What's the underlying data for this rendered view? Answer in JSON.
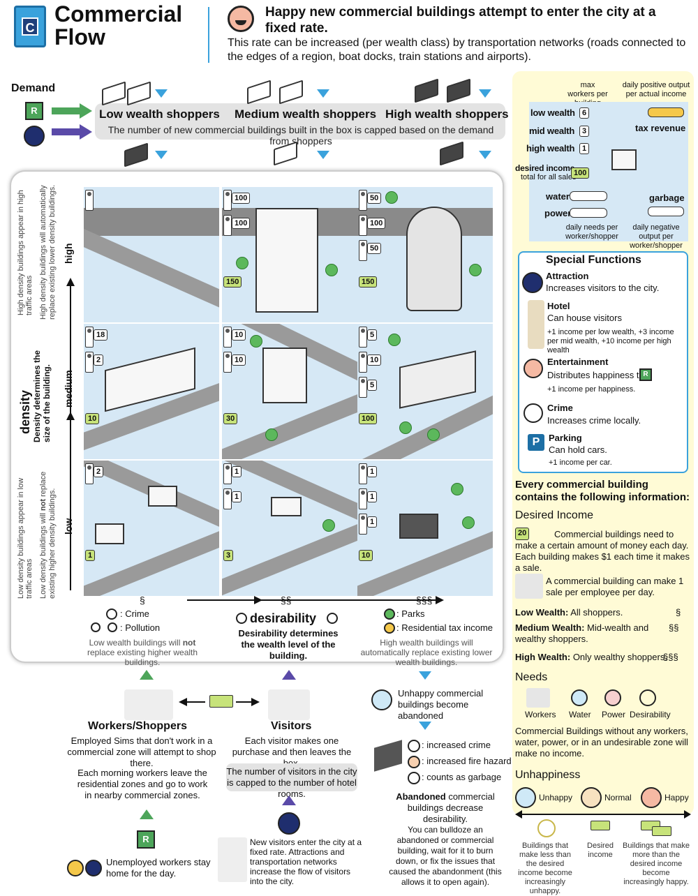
{
  "header": {
    "icon_letter": "C",
    "title": "Commercial Flow",
    "headline": "Happy new commercial buildings attempt to enter the city at a fixed rate.",
    "subtitle": "This rate can be increased (per wealth class) by transportation networks (roads connected to the edges of a region, boat docks, train stations and airports)."
  },
  "demand": {
    "label": "Demand",
    "r_letter": "R",
    "shoppers": [
      "Low wealth shoppers",
      "Medium wealth shoppers",
      "High wealth shoppers"
    ],
    "band_note": "The number of new commercial buildings built in the box is capped based on the demand from shoppers"
  },
  "grid": {
    "axis_density": "density",
    "density_note": "Density determines the size of the building.",
    "levels": [
      "high",
      "medium",
      "low"
    ],
    "high_note_a": "High density buildings appear in high traffic areas",
    "high_note_b": "High density buildings will automatically replace existing lower density buildings.",
    "low_note_a": "Low density buildings appear in low traffic areas",
    "low_note_b_1": "Low density buildings will ",
    "low_note_b_not": "not",
    "low_note_b_2": " replace existing higher density buildings.",
    "cells": [
      {
        "workers": [
          "100",
          "100"
        ],
        "money": "150"
      },
      {
        "workers": [
          "50",
          "100",
          "50"
        ],
        "money": "150"
      },
      {
        "workers": [
          "18",
          "2"
        ],
        "money": "10"
      },
      {
        "workers": [
          "10",
          "10"
        ],
        "money": "30"
      },
      {
        "workers": [
          "5",
          "10",
          "5"
        ],
        "money": "100"
      },
      {
        "workers": [
          "2"
        ],
        "money": "1"
      },
      {
        "workers": [
          "1",
          "1"
        ],
        "money": "3"
      },
      {
        "workers": [
          "1",
          "1",
          "1"
        ],
        "money": "10"
      }
    ],
    "wealth_symbols": [
      "§",
      "§§",
      "§§§"
    ],
    "crime_label": ": Crime",
    "pollution_label": ": Pollution",
    "desirability": "desirability",
    "desirability_note": "Desirability determines the wealth level of the building.",
    "parks_label": ": Parks",
    "tax_label": ": Residential tax income",
    "low_wealth_note_1": "Low wealth buildings will ",
    "low_wealth_note_not": "not",
    "low_wealth_note_2": " replace existing higher wealth buildings.",
    "high_wealth_note": "High wealth buildings will automatically replace existing lower wealth buildings."
  },
  "legend": {
    "max_workers": "max workers per building",
    "daily_positive": "daily positive output per actual income",
    "low_wealth": "low wealth",
    "mid_wealth": "mid wealth",
    "high_wealth": "high wealth",
    "low_val": "6",
    "mid_val": "3",
    "high_val": "1",
    "tax_revenue": "tax revenue",
    "desired_income": "desired income",
    "desired_sub": "total for all sales",
    "desired_val": "100",
    "water": "water",
    "power": "power",
    "garbage": "garbage",
    "daily_needs": "daily needs per worker/shopper",
    "daily_negative": "daily negative output per worker/shopper"
  },
  "special": {
    "title": "Special Functions",
    "items": [
      {
        "name": "Attraction",
        "desc": "Increases visitors to the city."
      },
      {
        "name": "Hotel",
        "desc": "Can house visitors",
        "extra": "+1 income per low wealth, +3 income per mid wealth, +10 income per high wealth"
      },
      {
        "name": "Entertainment",
        "desc": "Distributes happiness to",
        "extra": "+1 income per happiness."
      },
      {
        "name": "Crime",
        "desc": "Increases crime locally."
      },
      {
        "name": "Parking",
        "desc": "Can hold cars.",
        "extra": "+1 income per car."
      }
    ]
  },
  "info": {
    "title": "Every commercial building contains the following information:",
    "desired_title": "Desired Income",
    "desired_val": "20",
    "desired_text": "Commercial buildings need to make a certain amount of money each day. Each building makes $1 each time it makes a sale.",
    "sale_text": "A commercial building can make 1 sale per employee per day.",
    "low_w": "Low Wealth:",
    "low_w_desc": " All shoppers.",
    "low_sym": "§",
    "med_w": "Medium Wealth:",
    "med_w_desc": " Mid-wealth and wealthy shoppers.",
    "med_sym": "§§",
    "high_w": "High Wealth:",
    "high_w_desc": " Only wealthy shoppers.",
    "high_sym": "§§§",
    "needs_title": "Needs",
    "needs": [
      "Workers",
      "Water",
      "Power",
      "Desirability"
    ],
    "needs_text": "Commercial Buildings without any workers, water, power, or in an undesirable zone will make no income.",
    "unhappy_title": "Unhappiness",
    "moods": [
      "Unhappy",
      "Normal",
      "Happy"
    ],
    "scale_left": "Buildings that make less than the desired income become increasingly unhappy.",
    "scale_mid": "Desired income",
    "scale_right": "Buildings that make more than the desired income become increasingly happy."
  },
  "bottom": {
    "unhappy_abandoned": "Unhappy commercial buildings become abandoned",
    "inc_crime": ": increased crime",
    "inc_fire": ": increased fire hazard",
    "garbage": ": counts as garbage",
    "abandoned_bold": "Abandoned",
    "abandoned_text": " commercial buildings decrease desirability.",
    "bulldoze": "You can bulldoze an abandoned or commercial building, wait for it to burn down, or fix the issues that caused the abandonment (this allows it to open again).",
    "workers_title": "Workers/Shoppers",
    "workers_text": "Employed Sims that don't work in a commercial zone will attempt to shop there.",
    "workers_text2": "Each morning workers leave the residential zones and go to work in nearby commercial zones.",
    "visitors_title": "Visitors",
    "visitors_text": "Each visitor makes one purchase and then leaves the box.",
    "visitors_cap": "The number of visitors in the city is capped to the number of hotel rooms.",
    "unemployed": "Unemployed workers stay home for the day.",
    "new_visitors": "New visitors enter the city at a fixed rate. Attractions and transportation networks increase the flow of visitors into the city.",
    "r_letter": "R"
  },
  "colors": {
    "accent": "#3aa2dc",
    "green": "#4da55a",
    "purple": "#5a4aa8",
    "sidebar": "#fffbd6"
  }
}
